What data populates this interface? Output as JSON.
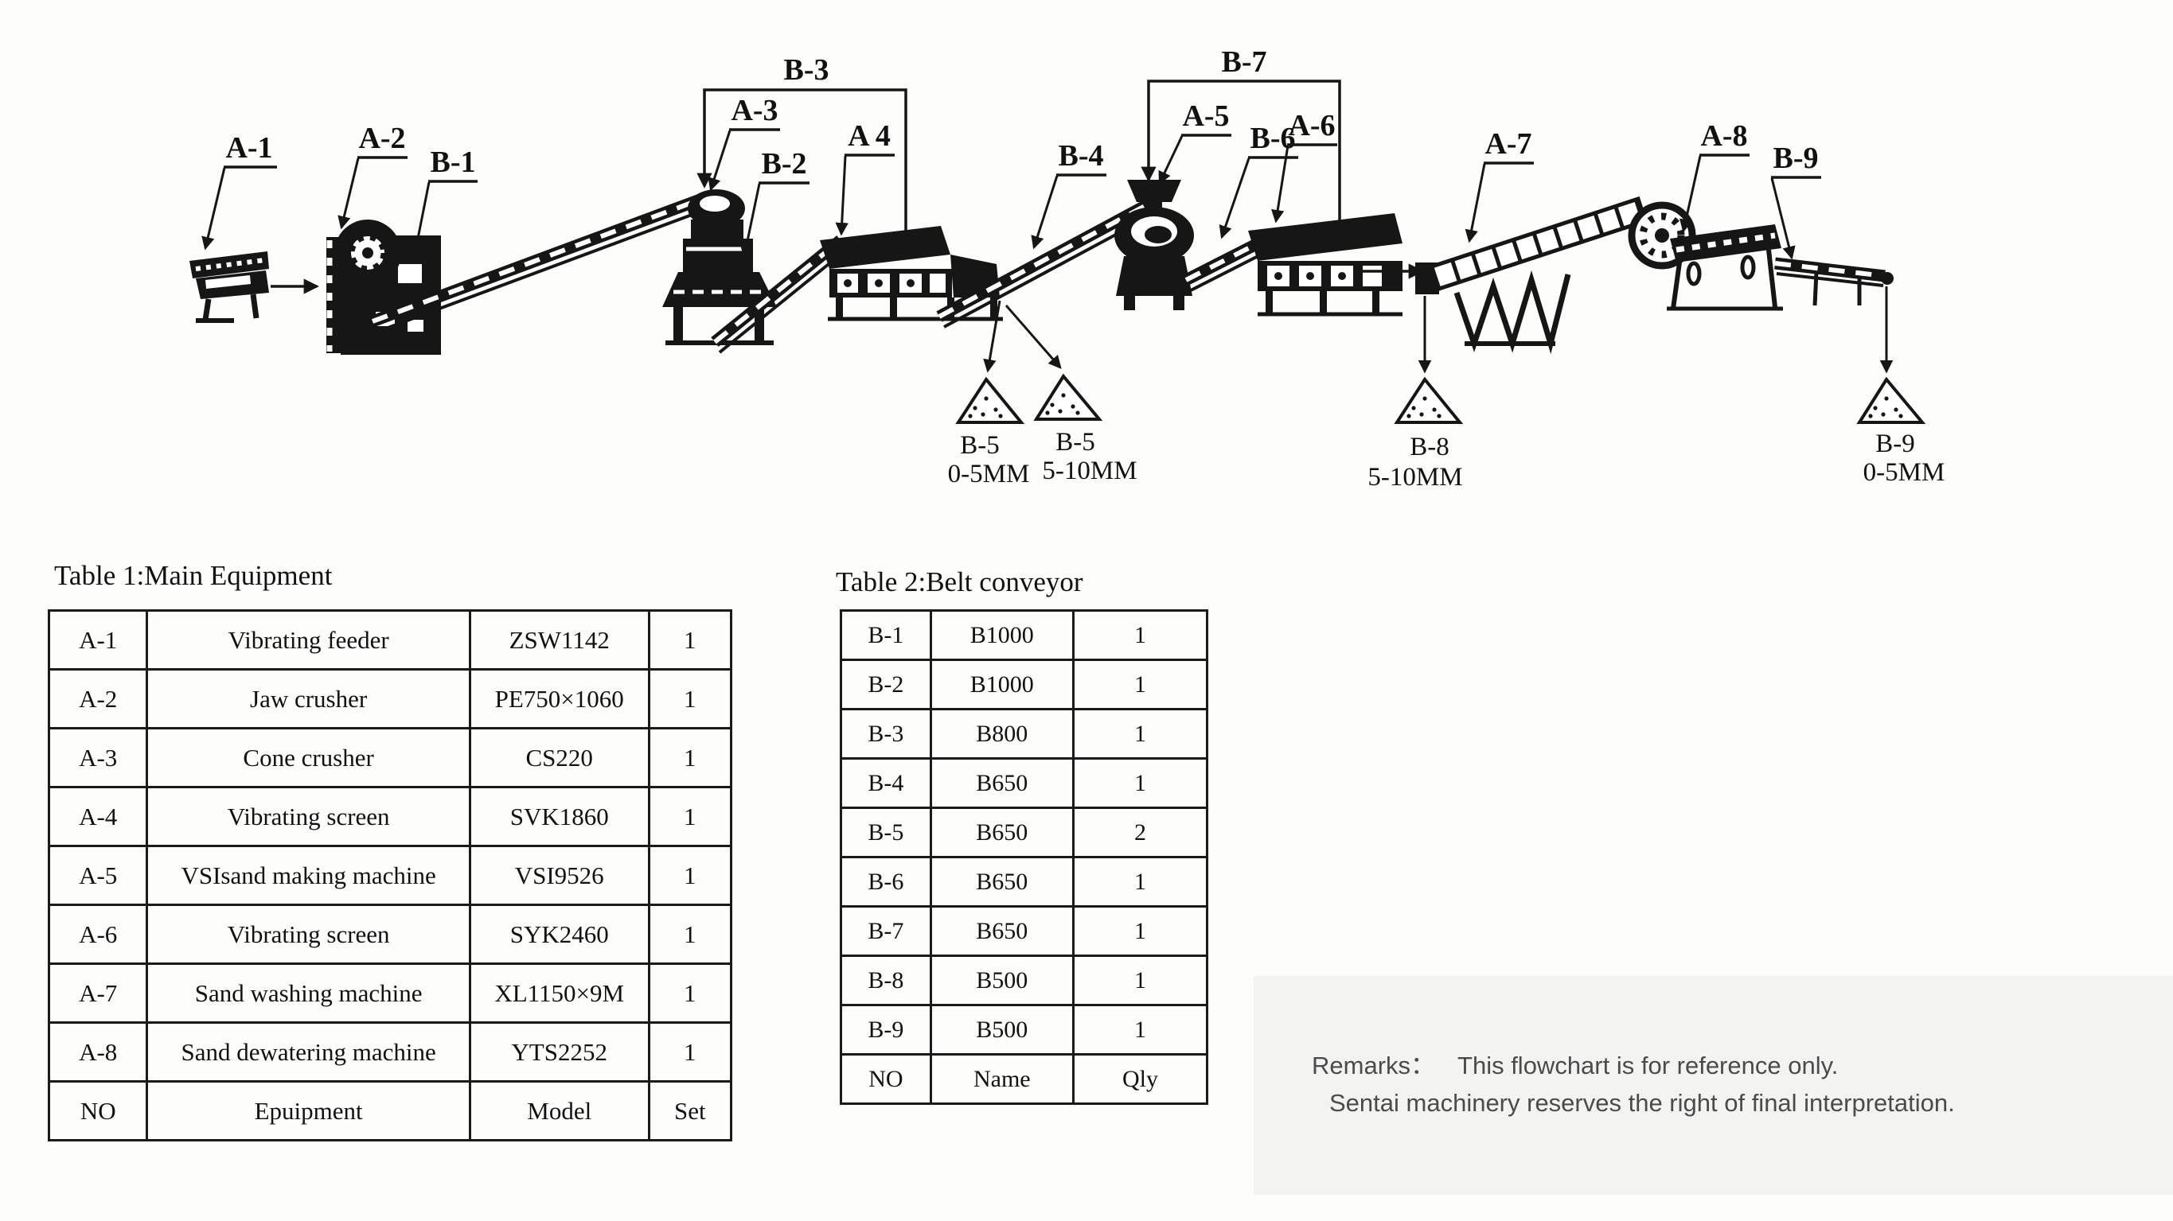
{
  "colors": {
    "ink": "#161616",
    "background": "#fdfdfc",
    "remarks_panel": "#f3f3f2",
    "remarks_text": "#4b4b4b"
  },
  "diagram": {
    "callouts": {
      "a1": "A-1",
      "a2": "A-2",
      "b1": "B-1",
      "a3": "A-3",
      "b3": "B-3",
      "b2": "B-2",
      "a4": "A 4",
      "b4": "B-4",
      "b7": "B-7",
      "a5": "A-5",
      "b6": "B-6",
      "a6": "A-6",
      "a7": "A-7",
      "a8": "A-8",
      "b9": "B-9"
    },
    "piles": [
      {
        "id": "B-5",
        "size": "0-5MM"
      },
      {
        "id": "B-5",
        "size": "5-10MM"
      },
      {
        "id": "B-8",
        "size": "5-10MM"
      },
      {
        "id": "B-9",
        "size": "0-5MM"
      }
    ]
  },
  "table1": {
    "title": "Table 1:Main Equipment",
    "rows": [
      [
        "A-1",
        "Vibrating feeder",
        "ZSW1142",
        "1"
      ],
      [
        "A-2",
        "Jaw crusher",
        "PE750×1060",
        "1"
      ],
      [
        "A-3",
        "Cone crusher",
        "CS220",
        "1"
      ],
      [
        "A-4",
        "Vibrating screen",
        "SVK1860",
        "1"
      ],
      [
        "A-5",
        "VSIsand making machine",
        "VSI9526",
        "1"
      ],
      [
        "A-6",
        "Vibrating screen",
        "SYK2460",
        "1"
      ],
      [
        "A-7",
        "Sand washing machine",
        "XL1150×9M",
        "1"
      ],
      [
        "A-8",
        "Sand dewatering machine",
        "YTS2252",
        "1"
      ],
      [
        "NO",
        "Epuipment",
        "Model",
        "Set"
      ]
    ]
  },
  "table2": {
    "title": "Table 2:Belt conveyor",
    "rows": [
      [
        "B-1",
        "B1000",
        "1"
      ],
      [
        "B-2",
        "B1000",
        "1"
      ],
      [
        "B-3",
        "B800",
        "1"
      ],
      [
        "B-4",
        "B650",
        "1"
      ],
      [
        "B-5",
        "B650",
        "2"
      ],
      [
        "B-6",
        "B650",
        "1"
      ],
      [
        "B-7",
        "B650",
        "1"
      ],
      [
        "B-8",
        "B500",
        "1"
      ],
      [
        "B-9",
        "B500",
        "1"
      ],
      [
        "NO",
        "Name",
        "Qly"
      ]
    ]
  },
  "remarks": {
    "label": "Remarks：",
    "line1": "This flowchart is for reference only.",
    "line2": "Sentai machinery reserves the right of final interpretation."
  }
}
